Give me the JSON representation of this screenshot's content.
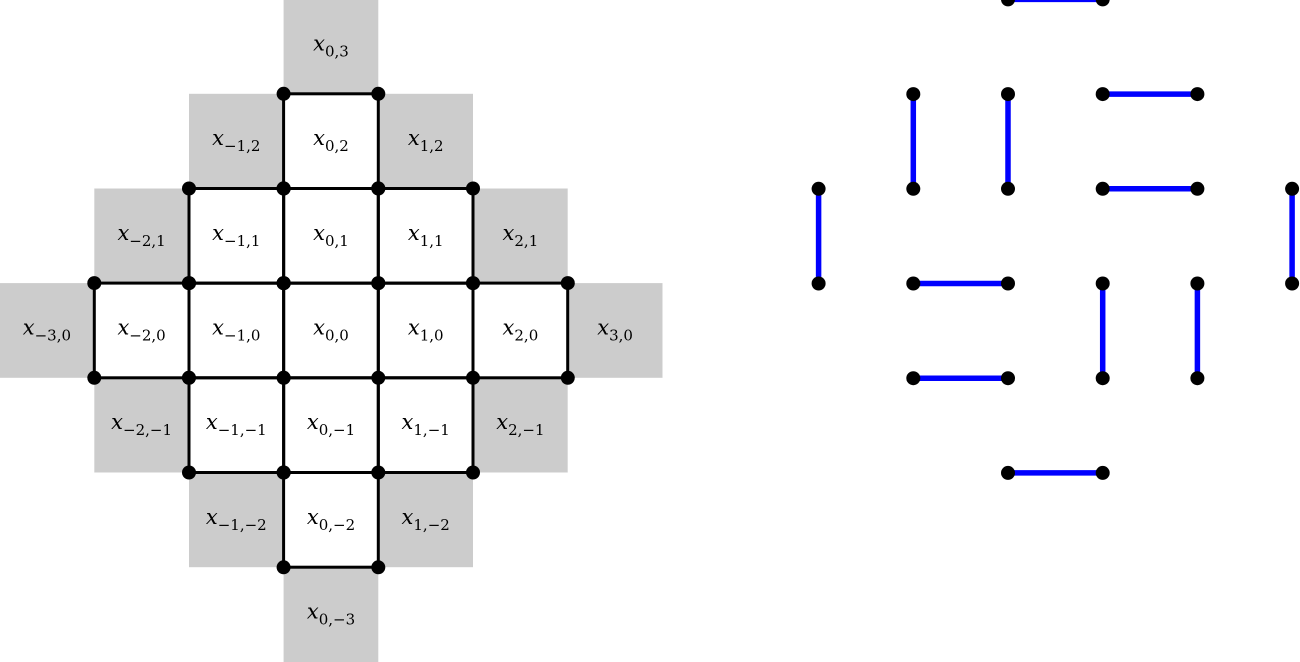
{
  "colors": {
    "gray_cell": "#cccccc",
    "dimer": "#0000ff",
    "edge": "#000000"
  },
  "left_diagram": {
    "gray_cells": [
      {
        "i": 0,
        "j": 3,
        "label": "x",
        "sub": "0,3"
      },
      {
        "i": -1,
        "j": 2,
        "label": "x",
        "sub": "−1,2"
      },
      {
        "i": 1,
        "j": 2,
        "label": "x",
        "sub": "1,2"
      },
      {
        "i": -2,
        "j": 1,
        "label": "x",
        "sub": "−2,1"
      },
      {
        "i": 2,
        "j": 1,
        "label": "x",
        "sub": "2,1"
      },
      {
        "i": -3,
        "j": 0,
        "label": "x",
        "sub": "−3,0"
      },
      {
        "i": 3,
        "j": 0,
        "label": "x",
        "sub": "3,0"
      },
      {
        "i": -2,
        "j": -1,
        "label": "x",
        "sub": "−2,−1"
      },
      {
        "i": 2,
        "j": -1,
        "label": "x",
        "sub": "2,−1"
      },
      {
        "i": -1,
        "j": -2,
        "label": "x",
        "sub": "−1,−2"
      },
      {
        "i": 1,
        "j": -2,
        "label": "x",
        "sub": "1,−2"
      },
      {
        "i": 0,
        "j": -3,
        "label": "x",
        "sub": "0,−3"
      }
    ],
    "white_cells": [
      {
        "i": 0,
        "j": 2,
        "label": "x",
        "sub": "0,2"
      },
      {
        "i": -1,
        "j": 1,
        "label": "x",
        "sub": "−1,1"
      },
      {
        "i": 0,
        "j": 1,
        "label": "x",
        "sub": "0,1"
      },
      {
        "i": 1,
        "j": 1,
        "label": "x",
        "sub": "1,1"
      },
      {
        "i": -2,
        "j": 0,
        "label": "x",
        "sub": "−2,0"
      },
      {
        "i": -1,
        "j": 0,
        "label": "x",
        "sub": "−1,0"
      },
      {
        "i": 0,
        "j": 0,
        "label": "x",
        "sub": "0,0"
      },
      {
        "i": 1,
        "j": 0,
        "label": "x",
        "sub": "1,0"
      },
      {
        "i": 2,
        "j": 0,
        "label": "x",
        "sub": "2,0"
      },
      {
        "i": -1,
        "j": -1,
        "label": "x",
        "sub": "−1,−1"
      },
      {
        "i": 0,
        "j": -1,
        "label": "x",
        "sub": "0,−1"
      },
      {
        "i": 1,
        "j": -1,
        "label": "x",
        "sub": "1,−1"
      },
      {
        "i": 0,
        "j": -2,
        "label": "x",
        "sub": "0,−2"
      }
    ]
  },
  "right_diagram": {
    "dimers": [
      {
        "a": [
          0,
          3
        ],
        "b": [
          1,
          3
        ]
      },
      {
        "a": [
          -1,
          2
        ],
        "b": [
          -1,
          1
        ]
      },
      {
        "a": [
          0,
          2
        ],
        "b": [
          0,
          1
        ]
      },
      {
        "a": [
          1,
          2
        ],
        "b": [
          2,
          2
        ]
      },
      {
        "a": [
          1,
          1
        ],
        "b": [
          2,
          1
        ]
      },
      {
        "a": [
          -2,
          1
        ],
        "b": [
          -2,
          0
        ]
      },
      {
        "a": [
          3,
          1
        ],
        "b": [
          3,
          0
        ]
      },
      {
        "a": [
          -1,
          0
        ],
        "b": [
          0,
          0
        ]
      },
      {
        "a": [
          1,
          0
        ],
        "b": [
          1,
          -1
        ]
      },
      {
        "a": [
          2,
          0
        ],
        "b": [
          2,
          -1
        ]
      },
      {
        "a": [
          -1,
          -1
        ],
        "b": [
          0,
          -1
        ]
      },
      {
        "a": [
          0,
          -2
        ],
        "b": [
          1,
          -2
        ]
      }
    ]
  }
}
